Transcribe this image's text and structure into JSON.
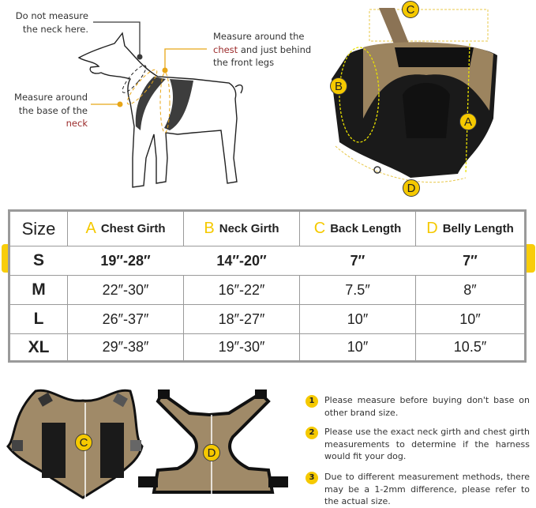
{
  "illustration": {
    "notes": {
      "do_not_measure": [
        "Do not measure",
        "the neck here."
      ],
      "chest": {
        "line1": "Measure around the",
        "red": "chest",
        "line2_rest": " and just behind",
        "line3": "the front legs"
      },
      "neck": {
        "line1": "Measure around",
        "line2": "the base of the",
        "red": "neck"
      }
    },
    "harness_labels": [
      "A",
      "B",
      "C",
      "D"
    ]
  },
  "table": {
    "headers": [
      {
        "letter": "",
        "label": "Size"
      },
      {
        "letter": "A",
        "label": "Chest Girth"
      },
      {
        "letter": "B",
        "label": "Neck Girth"
      },
      {
        "letter": "C",
        "label": "Back Length"
      },
      {
        "letter": "D",
        "label": "Belly Length"
      }
    ],
    "rows": [
      {
        "size": "S",
        "chest": "19″-28″",
        "neck": "14″-20″",
        "back": "7″",
        "belly": "7″",
        "highlighted": true
      },
      {
        "size": "M",
        "chest": "22″-30″",
        "neck": "16″-22″",
        "back": "7.5″",
        "belly": "8″"
      },
      {
        "size": "L",
        "chest": "26″-37″",
        "neck": "18″-27″",
        "back": "10″",
        "belly": "10″"
      },
      {
        "size": "XL",
        "chest": "29″-38″",
        "neck": "19″-30″",
        "back": "10″",
        "belly": "10.5″"
      }
    ],
    "highlight_color": "#f8cd0a",
    "accent_color": "#f5c900"
  },
  "flat_views": {
    "back_label": "C",
    "belly_label": "D"
  },
  "tips": [
    {
      "num": "1",
      "text": "Please measure before buying don't base on other brand size."
    },
    {
      "num": "2",
      "text": "Please use the exact neck girth and chest girth measurements to determine if the harness would fit your dog."
    },
    {
      "num": "3",
      "text": "Due to different measurement methods, there may be a 1-2mm difference, please refer to the actual size."
    }
  ]
}
